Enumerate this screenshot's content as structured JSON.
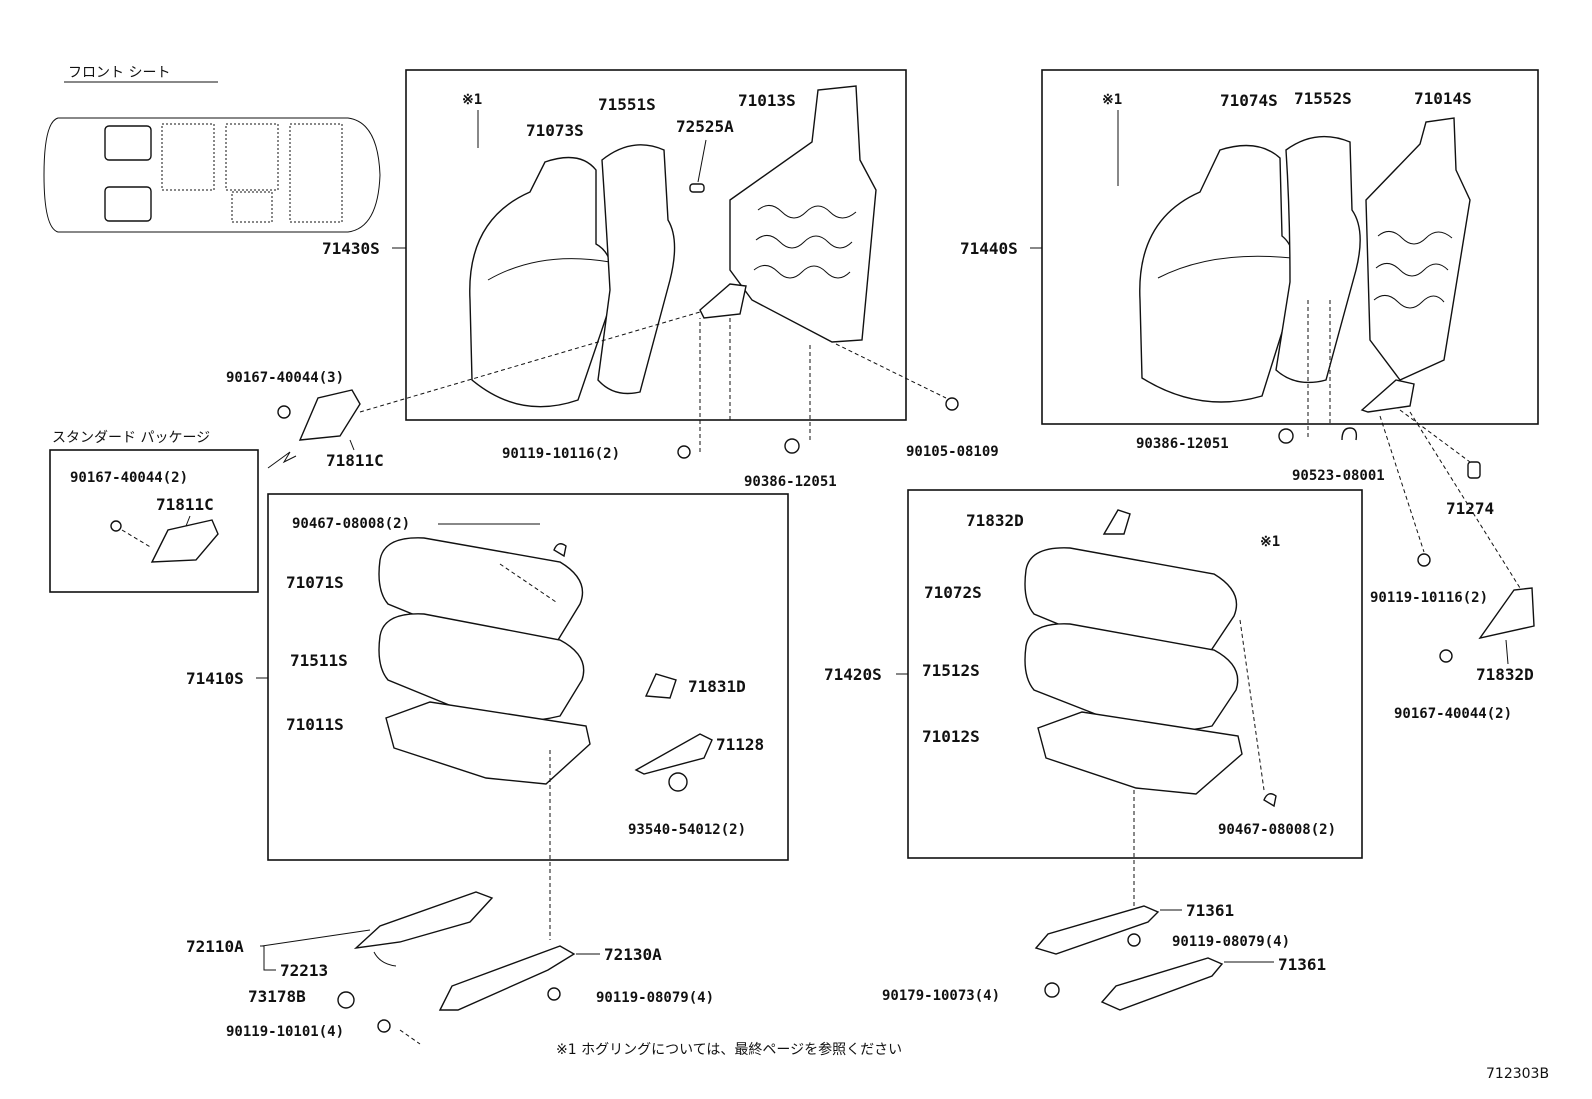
{
  "header": {
    "front_seat": "フロント シート",
    "standard_package": "スタンダード パッケージ",
    "note_marker": "※1"
  },
  "footer": {
    "note": "※1 ホグリングについては、最終ページを参照ください",
    "diagram_code": "712303B"
  },
  "labels": {
    "p71430S": "71430S",
    "p71073S": "71073S",
    "p71551S": "71551S",
    "p72525A": "72525A",
    "p71013S": "71013S",
    "p90167_3": "90167-40044(3)",
    "p71811C_a": "71811C",
    "p90167_2_a": "90167-40044(2)",
    "p71811C_b": "71811C",
    "p90119_10116_a": "90119-10116(2)",
    "p90386_a": "90386-12051",
    "p90105": "90105-08109",
    "p71440S": "71440S",
    "p71074S": "71074S",
    "p71552S": "71552S",
    "p71014S": "71014S",
    "p90386_b": "90386-12051",
    "p90523": "90523-08001",
    "p71274": "71274",
    "p90119_10116_b": "90119-10116(2)",
    "p71832D_b": "71832D",
    "p90167_2_b": "90167-40044(2)",
    "p90467_a": "90467-08008(2)",
    "p71071S": "71071S",
    "p71511S": "71511S",
    "p71410S": "71410S",
    "p71011S": "71011S",
    "p71831D": "71831D",
    "p71128": "71128",
    "p93540": "93540-54012(2)",
    "p71832D_a": "71832D",
    "p71072S": "71072S",
    "p71512S": "71512S",
    "p71420S": "71420S",
    "p71012S": "71012S",
    "p90467_b": "90467-08008(2)",
    "p72110A": "72110A",
    "p72213": "72213",
    "p73178B": "73178B",
    "p90119_10101": "90119-10101(4)",
    "p72130A": "72130A",
    "p90119_08079_a": "90119-08079(4)",
    "p71361_a": "71361",
    "p90119_08079_b": "90119-08079(4)",
    "p90179": "90179-10073(4)",
    "p71361_b": "71361"
  }
}
